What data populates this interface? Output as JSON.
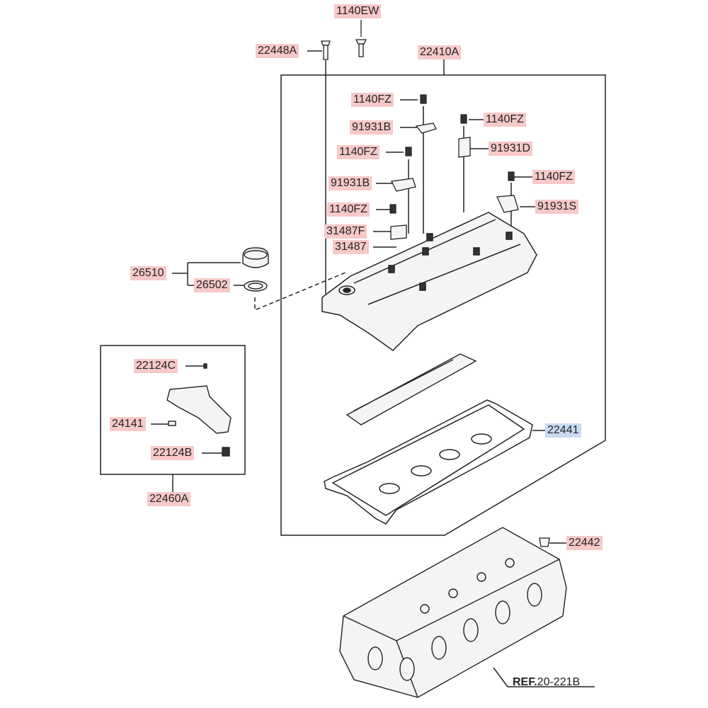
{
  "colors": {
    "label_bg": "#f7c9c9",
    "label_selected_bg": "#c9daf2",
    "line": "#222222",
    "part_fill": "#f4f4f4"
  },
  "labels": {
    "p1140EW": "1140EW",
    "p22448A": "22448A",
    "p22410A": "22410A",
    "p1140FZ_a": "1140FZ",
    "p91931B_a": "91931B",
    "p1140FZ_b": "1140FZ",
    "p1140FZ_c": "1140FZ",
    "p91931D": "91931D",
    "p91931B_b": "91931B",
    "p1140FZ_d": "1140FZ",
    "p1140FZ_e": "1140FZ",
    "p91931S": "91931S",
    "p31487F": "31487F",
    "p31487": "31487",
    "p26510": "26510",
    "p26502": "26502",
    "p22124C": "22124C",
    "p24141": "24141",
    "p22124B": "22124B",
    "p22460A": "22460A",
    "p22441": "22441",
    "p22442": "22442"
  },
  "ref": {
    "prefix": "REF.",
    "number": "20-221B"
  },
  "selected_label": "p22441"
}
